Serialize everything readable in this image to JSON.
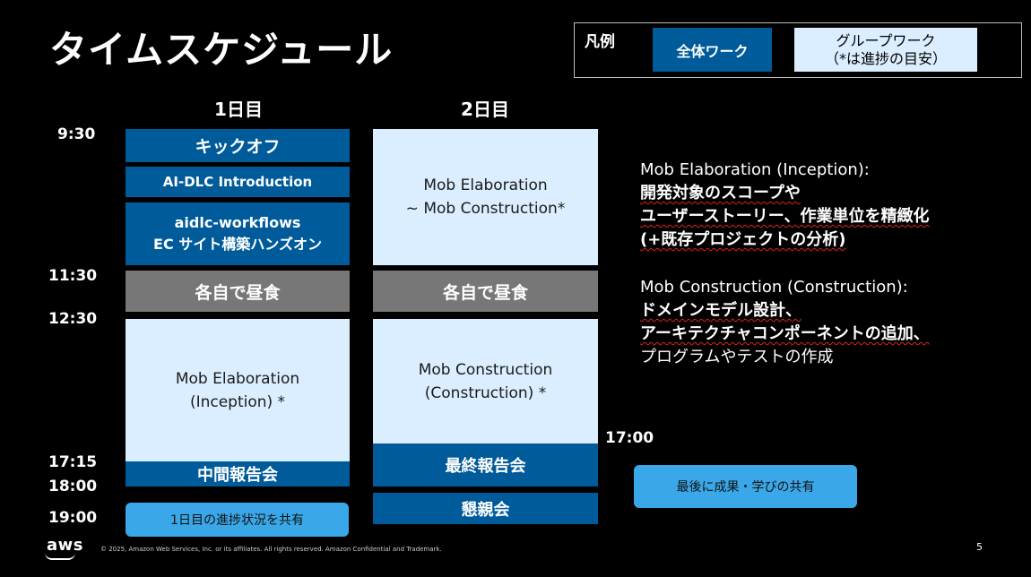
{
  "title": "タイムスケジュール",
  "legend": {
    "label": "凡例",
    "all_work": "全体ワーク",
    "group_work": "グループワーク",
    "group_work_note": "（*は進捗の目安）"
  },
  "days": {
    "day1": "1日目",
    "day2": "2日目"
  },
  "times": {
    "t0930": "9:30",
    "t1130": "11:30",
    "t1230": "12:30",
    "t1715": "17:15",
    "t1800": "18:00",
    "t1900": "19:00",
    "t1700": "17:00"
  },
  "day1": {
    "kickoff": "キックオフ",
    "intro": "AI-DLC Introduction",
    "handson_1": "aidlc-workflows",
    "handson_2": "EC サイト構築ハンズオン",
    "lunch": "各自で昼食",
    "mob_1": "Mob Elaboration",
    "mob_2": "(Inception) *",
    "midreport": "中間報告会"
  },
  "day2": {
    "mob_1": "Mob Elaboration",
    "mob_2": "~ Mob Construction*",
    "lunch": "各自で昼食",
    "cons_1": "Mob Construction",
    "cons_2": "(Construction) *",
    "finalreport": "最終報告会",
    "party": "懇親会"
  },
  "callouts": {
    "day1_share": "1日目の進捗状況を共有",
    "final_share": "最後に成果・学びの共有"
  },
  "description": {
    "elab_head": "Mob Elaboration (Inception):",
    "elab_line1": "開発対象のスコープや",
    "elab_line2": "ユーザーストーリー、作業単位を精緻化",
    "elab_line3": "(+既存プロジェクトの分析)",
    "cons_head": "Mob Construction (Construction):",
    "cons_line1": "ドメインモデル設計、",
    "cons_line2": "アーキテクチャコンポーネントの追加、",
    "cons_line3": "プログラムやテストの作成"
  },
  "footer": {
    "copyright": "© 2025, Amazon Web Services, Inc. or its affiliates. All rights reserved. Amazon Confidential and Trademark.",
    "logo": "aws",
    "page": "5"
  },
  "colors": {
    "dark_block": "#005b9a",
    "light_block": "#dbeeff",
    "gray_block": "#777777",
    "callout": "#3aa8e8"
  }
}
